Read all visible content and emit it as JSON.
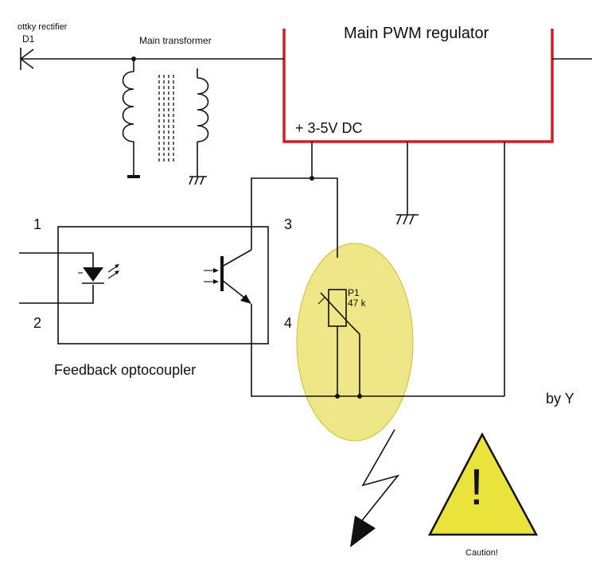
{
  "colors": {
    "line": "#111111",
    "regulator_box": "#d41c24",
    "highlight_fill": "#eee687",
    "highlight_stroke": "#c9bf3a",
    "warning_fill": "#e9e33c",
    "background": "#ffffff"
  },
  "labels": {
    "rectifier_partial": "ottky rectifier",
    "rectifier_ref": "D1",
    "transformer": "Main transformer",
    "regulator": "Main PWM regulator",
    "supply": "+ 3-5V DC",
    "pin1": "1",
    "pin2": "2",
    "pin3": "3",
    "pin4": "4",
    "pot_ref": "P1",
    "pot_value": "47 k",
    "optocoupler": "Feedback optocoupler",
    "credit_partial": "by Y",
    "warning_mark": "!",
    "caution": "Caution!"
  },
  "icons": {
    "warning": "warning-triangle-icon",
    "lightning": "lightning-arrow-icon",
    "ground": "ground-icon"
  }
}
